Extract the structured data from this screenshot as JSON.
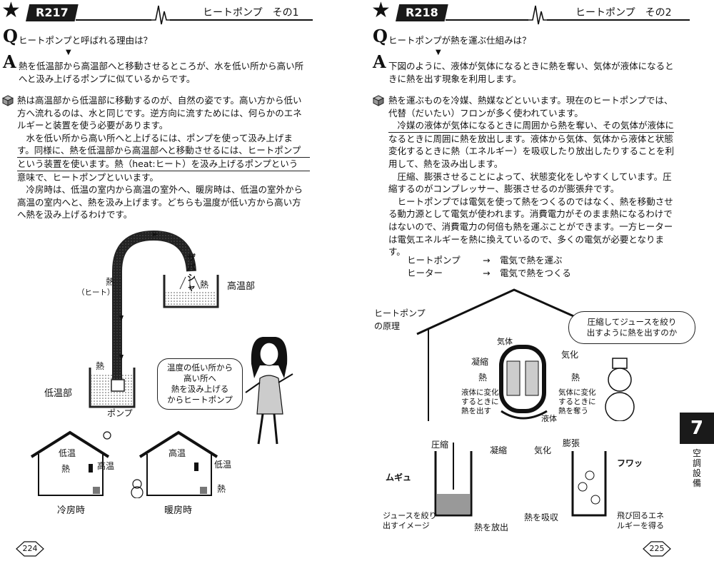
{
  "left": {
    "code": "R217",
    "title": "ヒートポンプ　その1",
    "q": "ヒートポンプと呼ばれる理由は？",
    "a": [
      "熱を低温部から高温部へと移動させるところが、水を低い所から高い所",
      "へと汲み上げるポンプに似ているからです。"
    ],
    "body": [
      "熱は高温部から低温部に移動するのが、自然の姿です。高い方から低い",
      "方へ流れるのは、水と同じです。逆方向に流すためには、何らかのエネ",
      "ルギーと装置を使う必要があります。",
      "　水を低い所から高い所へと上げるには、ポンプを使って汲み上げま",
      "す。同様に、熱を低温部から高温部へと移動させるには、ヒートポンプ",
      "という装置を使います。熱（heat:ヒート）を汲み上げるポンプという",
      "意味で、ヒートポンプといいます。",
      "　冷房時は、低温の室内から高温の室外へ、暖房時は、低温の室外から",
      "高温の室内へと、熱を汲み上げます。どちらも温度が低い方から高い方",
      "へ熱を汲み上げるわけです。"
    ],
    "ill": {
      "netsu_top": "熱",
      "heat": "（ヒート）",
      "splash": "ザバシャ",
      "netsu_hot": "熱",
      "high_label": "高温部",
      "netsu_low": "熱",
      "low_label": "低温部",
      "pump": "ポンプ",
      "speech": [
        "温度の低い所から",
        "高い所へ",
        "熱を汲み上げる",
        "からヒートポンプ"
      ],
      "cool_in": "低温",
      "cool_netsu": "熱",
      "cool_out": "高温",
      "cool_caption": "冷房時",
      "heat_in": "高温",
      "heat_out": "低温",
      "heat_netsu": "熱",
      "heat_caption": "暖房時"
    },
    "page_number": "224"
  },
  "right": {
    "code": "R218",
    "title": "ヒートポンプ　その2",
    "q": "ヒートポンプが熱を運ぶ仕組みは？",
    "a": [
      "下図のように、液体が気体になるときに熱を奪い、気体が液体になると",
      "きに熱を出す現象を利用します。"
    ],
    "body": [
      "熱を運ぶものを冷媒、熱媒などといいます。現在のヒートポンプでは、",
      "代替（だいたい）フロンが多く使われています。",
      "　冷媒の液体が気体になるときに周囲から熱を奪い、その気体が液体に",
      "なるときに周囲に熱を放出します。液体から気体、気体から液体と状態",
      "変化するときに熱（エネルギー）を吸収したり放出したりすることを利",
      "用して、熱を汲み出します。",
      "　圧縮、膨張させることによって、状態変化をしやすくしています。圧",
      "縮するのがコンプレッサー、膨張させるのが膨張弁です。",
      "　ヒートポンプでは電気を使って熱をつくるのではなく、熱を移動させ",
      "る動力源として電気が使われます。消費電力がそのまま熱になるわけで",
      "はないので、消費電力の何倍も熱を運ぶことができます。一方ヒーター",
      "は電気エネルギーを熱に換えているので、多くの電気が必要となりま",
      "す。"
    ],
    "compare": [
      {
        "term": "ヒートポンプ",
        "arrow": "→",
        "desc": "電気で熱を運ぶ"
      },
      {
        "term": "ヒーター",
        "arrow": "→",
        "desc": "電気で熱をつくる"
      }
    ],
    "ill": {
      "principle": [
        "ヒートポンプ",
        "の原理"
      ],
      "speech": [
        "圧縮してジュースを絞り",
        "出すように熱を出すのか"
      ],
      "gas": "気体",
      "condense": "凝縮",
      "vaporize": "気化",
      "netsu_left": "熱",
      "netsu_right": "熱",
      "left_note": [
        "液体に変化",
        "するときに",
        "熱を出す"
      ],
      "right_note": [
        "気体に変化",
        "するときに",
        "熱を奪う"
      ],
      "liquid": "液体",
      "compress": "圧縮",
      "condense2": "凝縮",
      "vaporize2": "気化",
      "expand": "膨張",
      "squeeze": "ムギュ",
      "juice": [
        "ジュースを絞り",
        "出すイメージ"
      ],
      "release": "熱を放出",
      "absorb": "熱を吸収",
      "fly": [
        "飛び回るエネ",
        "ルギーを得る"
      ],
      "fuwa": "フワッ"
    },
    "chapter_number": "7",
    "chapter_label": "空調設備",
    "page_number": "225"
  }
}
